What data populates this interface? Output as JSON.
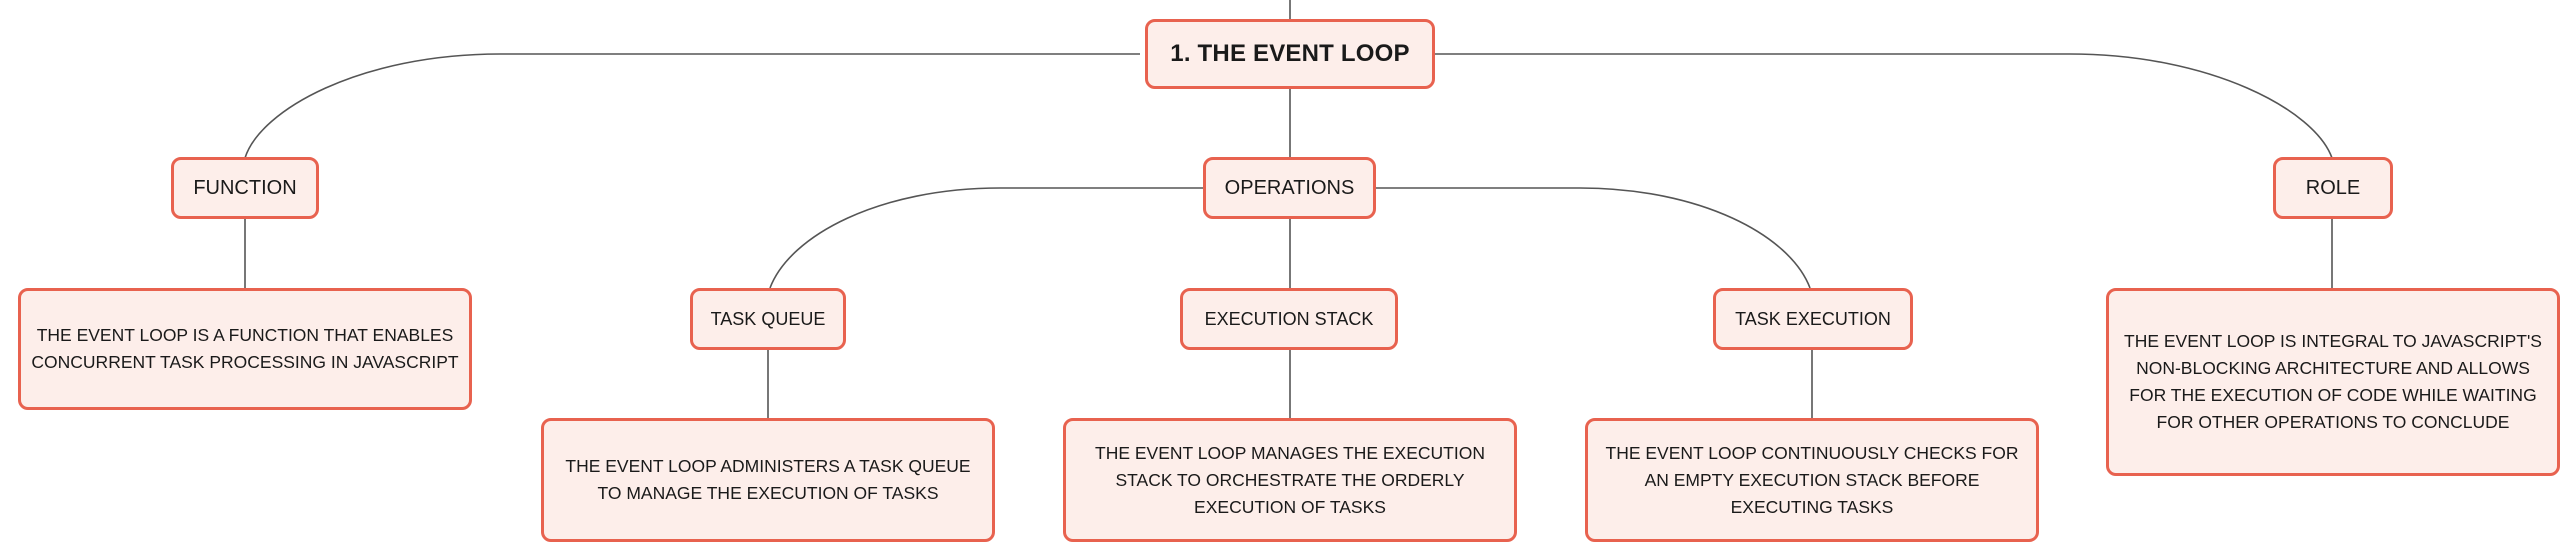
{
  "colors": {
    "node_fill": "#fdeeea",
    "node_border": "#e8624f",
    "connector": "#555555",
    "text": "#1a1a1a"
  },
  "root": {
    "label": "1. THE EVENT LOOP"
  },
  "branches": {
    "function": {
      "label": "FUNCTION",
      "description": "THE EVENT LOOP IS A FUNCTION THAT ENABLES CONCURRENT TASK PROCESSING IN JAVASCRIPT"
    },
    "operations": {
      "label": "OPERATIONS",
      "children": {
        "task_queue": {
          "label": "TASK QUEUE",
          "description": "THE EVENT LOOP ADMINISTERS A TASK QUEUE TO MANAGE THE EXECUTION OF TASKS"
        },
        "execution_stack": {
          "label": "EXECUTION STACK",
          "description": "THE EVENT LOOP MANAGES THE EXECUTION STACK TO ORCHESTRATE THE ORDERLY EXECUTION OF TASKS"
        },
        "task_execution": {
          "label": "TASK EXECUTION",
          "description": "THE EVENT LOOP CONTINUOUSLY CHECKS FOR AN EMPTY EXECUTION STACK BEFORE EXECUTING TASKS"
        }
      }
    },
    "role": {
      "label": "ROLE",
      "description": "THE EVENT LOOP IS INTEGRAL TO JAVASCRIPT'S NON-BLOCKING ARCHITECTURE AND ALLOWS FOR THE EXECUTION OF CODE WHILE WAITING FOR OTHER OPERATIONS TO CONCLUDE"
    }
  }
}
